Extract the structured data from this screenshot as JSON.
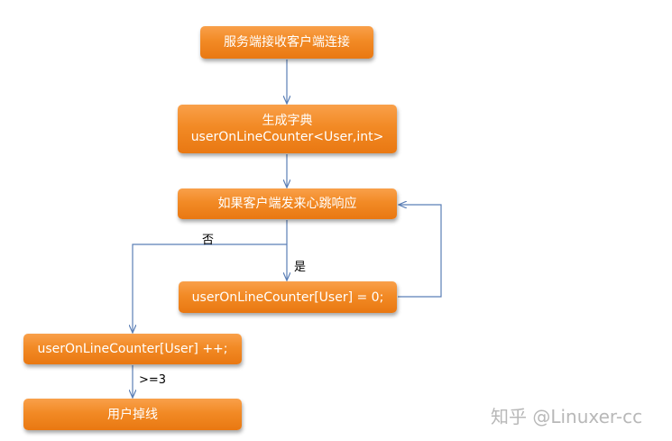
{
  "nodes": {
    "server_accept": "服务端接收客户端连接",
    "gen_dict_line1": "生成字典",
    "gen_dict_line2": "userOnLineCounter<User,int>",
    "heartbeat_check": "如果客户端发来心跳响应",
    "reset_counter": "userOnLineCounter[User] = 0;",
    "increment_counter": "userOnLineCounter[User] ++;",
    "user_dropped": "用户掉线"
  },
  "edge_labels": {
    "no": "否",
    "yes": "是",
    "threshold": ">=3"
  },
  "watermark": "知乎 @Linuxer-cc",
  "colors": {
    "node_fill": "#f28a25",
    "edge": "#5b7fb6",
    "text": "#ffffff"
  }
}
